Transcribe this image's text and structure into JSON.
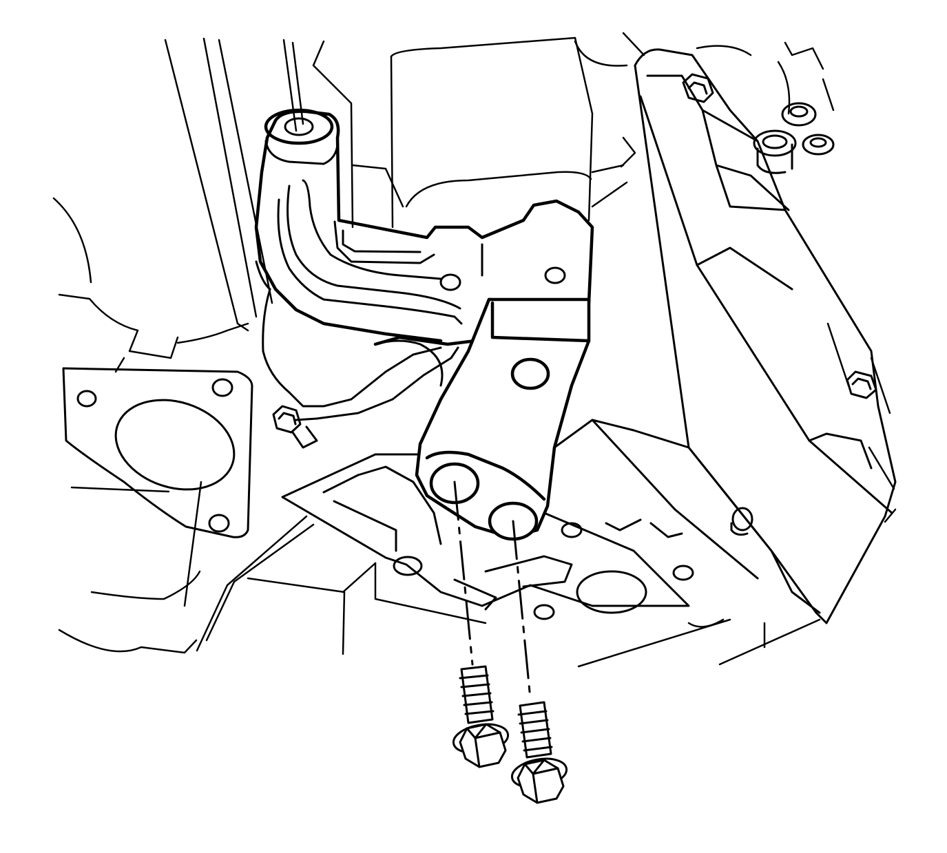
{
  "figure": {
    "type": "line-art technical illustration",
    "colors": {
      "stroke": "#000000",
      "background": "#ffffff"
    },
    "components": [
      "engine-block-background",
      "manifold-flange",
      "transmission-housing",
      "coolant-pipe",
      "mount-bracket",
      "bolt-hole-left",
      "bolt-hole-right",
      "bolt",
      "bolt"
    ]
  }
}
